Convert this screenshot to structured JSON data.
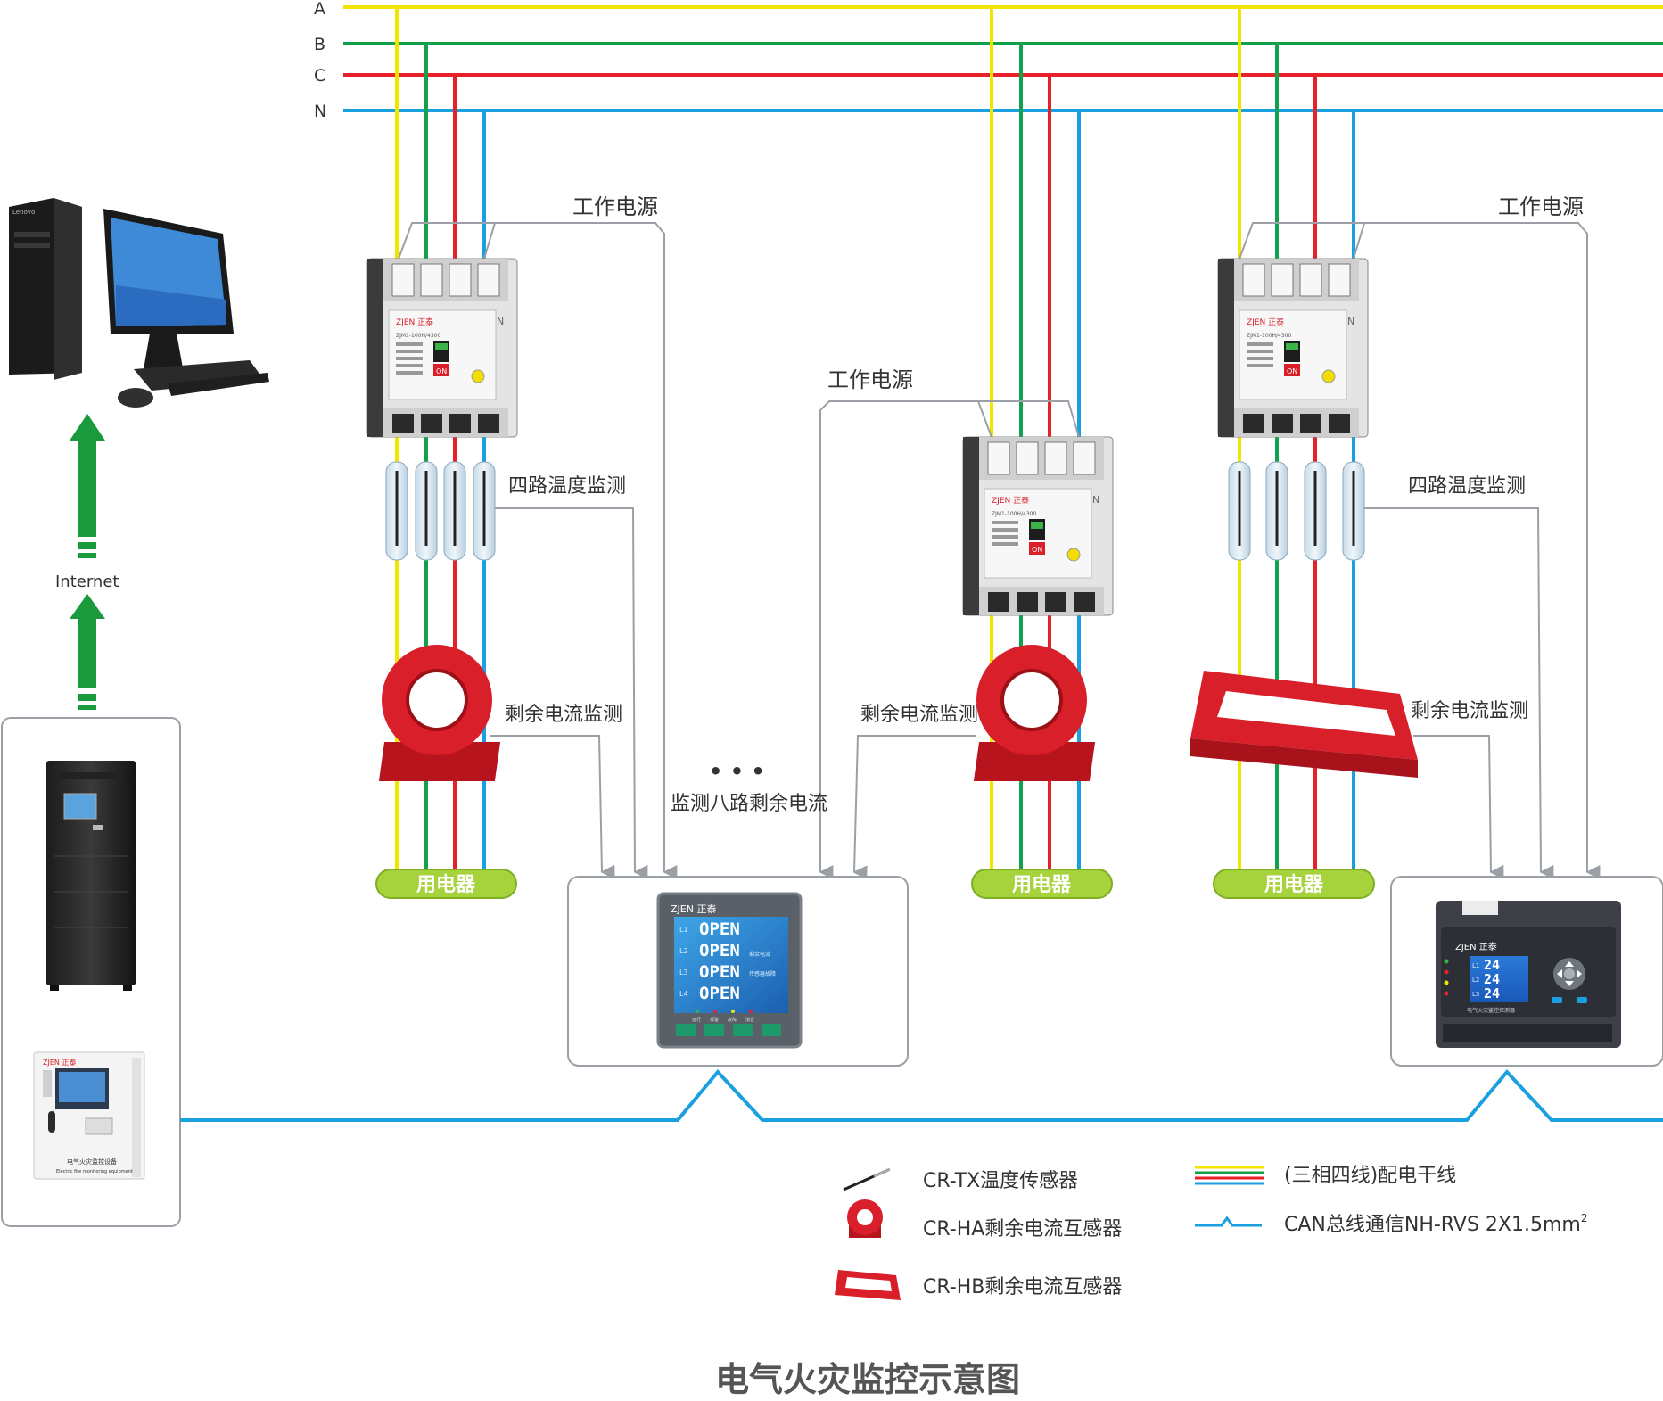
{
  "title": "电气火灾监控示意图",
  "bus_labels": [
    "A",
    "B",
    "C",
    "N"
  ],
  "colors": {
    "phase_a": "#f2e600",
    "phase_b": "#12a14b",
    "phase_c": "#e8202a",
    "neutral": "#1aa0e0",
    "can_bus": "#1aa0e0",
    "transformer_red": "#d81f2a",
    "load_green": "#a6d23c",
    "arrow_green": "#1a9a3c",
    "box_border": "#9aa0a6"
  },
  "labels": {
    "work_power": "工作电源",
    "four_temp": "四路温度监测",
    "residual": "剩余电流监测",
    "eight_residual": "监测八路剩余电流",
    "load": "用电器",
    "internet": "Internet",
    "dots": "• • •"
  },
  "devices": {
    "breaker_brand": "ZJEN 正泰",
    "breaker_model": "ZJM1-100H/4300",
    "breaker_on": "ON",
    "breaker_n": "N",
    "monitor_brand": "ZJEN 正泰",
    "monitor_lines": [
      "L1",
      "L2",
      "L3",
      "L4"
    ],
    "monitor_screen": [
      "OPEN",
      "OPEN",
      "OPEN",
      "OPEN"
    ],
    "monitor_side": [
      "剩余电流",
      "传感器故障"
    ],
    "monitor_leds": [
      "运行",
      "报警",
      "故障",
      "消音"
    ],
    "din_brand": "ZJEN 正泰",
    "din_screen": [
      "24",
      "24",
      "24"
    ],
    "din_lines": [
      "L1",
      "L2",
      "L3"
    ],
    "din_caption": "电气火灾监控探测器",
    "host_brand": "ZJEN 正泰",
    "host_caption": "电气火灾监控设备",
    "host_caption_en": "Electric fire monitoring equipment",
    "pc_brand": "Lenovo"
  },
  "legend": [
    {
      "icon": "temp-sensor",
      "text": "CR-TX温度传感器"
    },
    {
      "icon": "ha-transformer",
      "text": "CR-HA剩余电流互感器"
    },
    {
      "icon": "hb-transformer",
      "text": "CR-HB剩余电流互感器"
    },
    {
      "icon": "bus-lines",
      "text": "(三相四线)配电干线"
    },
    {
      "icon": "can-line",
      "text": "CAN总线通信NH-RVS 2X1.5mm",
      "sup": "2"
    }
  ]
}
